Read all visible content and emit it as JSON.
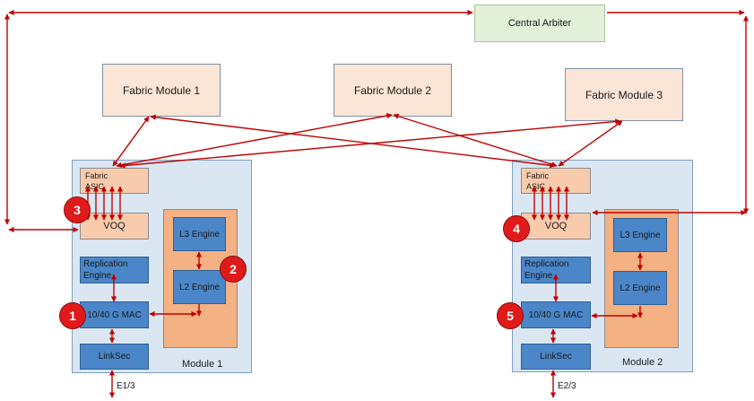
{
  "central_arbiter": "Central Arbiter",
  "fabric_modules": [
    "Fabric Module 1",
    "Fabric Module 2",
    "Fabric Module 3"
  ],
  "module1": {
    "fabric_asic": [
      "Fabric",
      "ASIC"
    ],
    "voq": "VOQ",
    "replication": [
      "Replication",
      "Engine"
    ],
    "mac": "10/40 G MAC",
    "linksec": "LinkSec",
    "l3": "L3 Engine",
    "l2": "L2 Engine",
    "name": "Module 1",
    "port": "E1/3"
  },
  "module2": {
    "fabric_asic": [
      "Fabric",
      "ASIC"
    ],
    "voq": "VOQ",
    "replication": [
      "Replication",
      "Engine"
    ],
    "mac": "10/40 G MAC",
    "linksec": "LinkSec",
    "l3": "L3 Engine",
    "l2": "L2 Engine",
    "name": "Module 2",
    "port": "E2/3"
  },
  "badges": [
    "1",
    "2",
    "3",
    "4",
    "5"
  ],
  "colors": {
    "arrow": "#c00000",
    "arbiter_fill": "#e2f0d9",
    "fabric_module_fill": "#fbe5d6",
    "module_fill": "#dae7f3",
    "asic_fill": "#f8cbad",
    "engine_area_fill": "#f4b183",
    "block_fill": "#4a86c8",
    "badge_fill": "#e01a1a"
  }
}
